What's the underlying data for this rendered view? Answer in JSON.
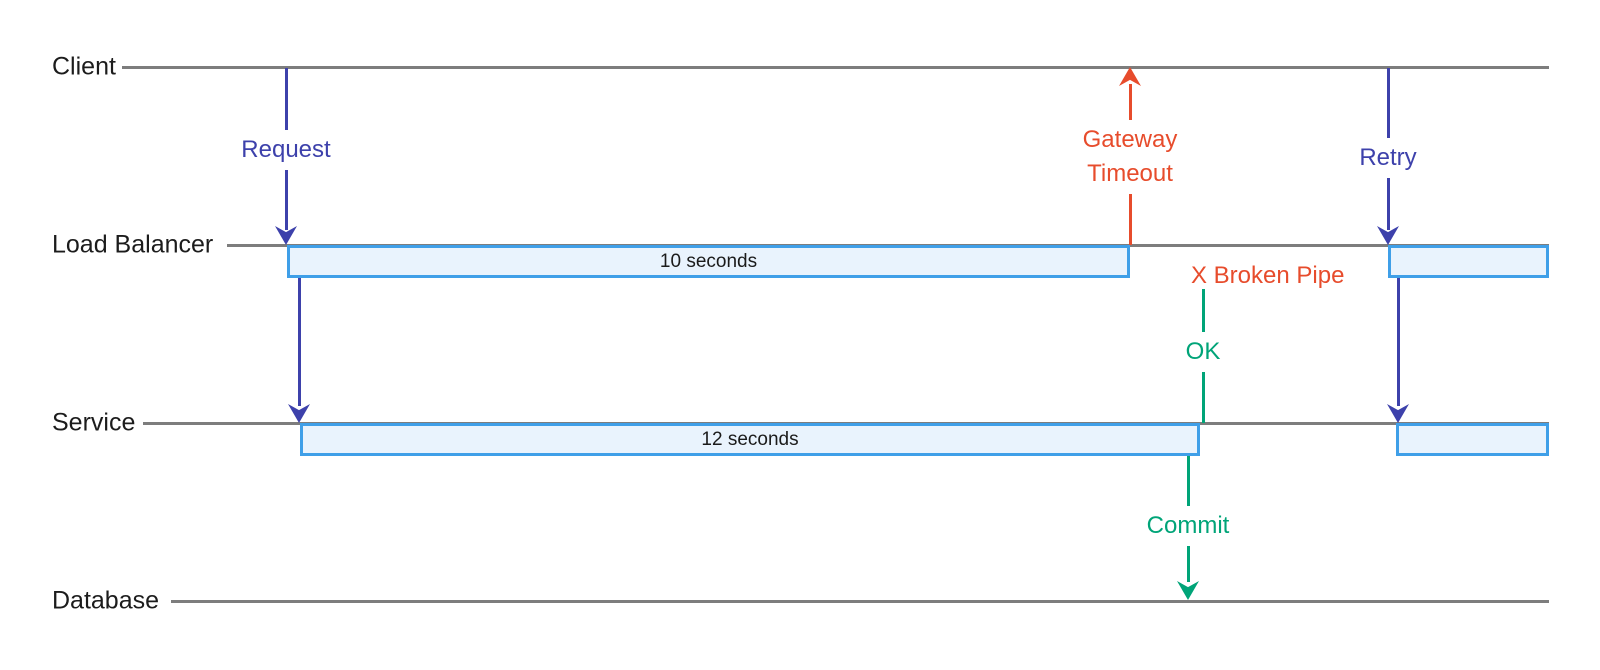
{
  "colors": {
    "arrow_blue": "#3d41ab",
    "arrow_red": "#e74c2c",
    "arrow_green": "#00a478",
    "lifeline_gray": "#7d7d7d",
    "activation_fill": "#e9f3fd",
    "activation_border": "#3f9fe8",
    "text_dark": "#1c1c1c"
  },
  "lifelines": [
    {
      "label": "Client"
    },
    {
      "label": "Load Balancer"
    },
    {
      "label": "Service"
    },
    {
      "label": "Database"
    }
  ],
  "activations": [
    {
      "on": "Load Balancer",
      "label": "10 seconds"
    },
    {
      "on": "Service",
      "label": "12 seconds"
    },
    {
      "on": "Load Balancer",
      "label": ""
    },
    {
      "on": "Service",
      "label": ""
    }
  ],
  "messages": {
    "request": {
      "from": "Client",
      "to": "Load Balancer",
      "label": "Request"
    },
    "gateway_timeout": {
      "from": "Load Balancer",
      "to": "Client",
      "line1": "Gateway",
      "line2": "Timeout"
    },
    "retry": {
      "from": "Client",
      "to": "Load Balancer",
      "label": "Retry"
    },
    "broken_pipe": {
      "label": "X Broken Pipe"
    },
    "ok": {
      "from": "Service",
      "to": "Load Balancer",
      "label": "OK"
    },
    "commit": {
      "from": "Service",
      "to": "Database",
      "label": "Commit"
    }
  }
}
